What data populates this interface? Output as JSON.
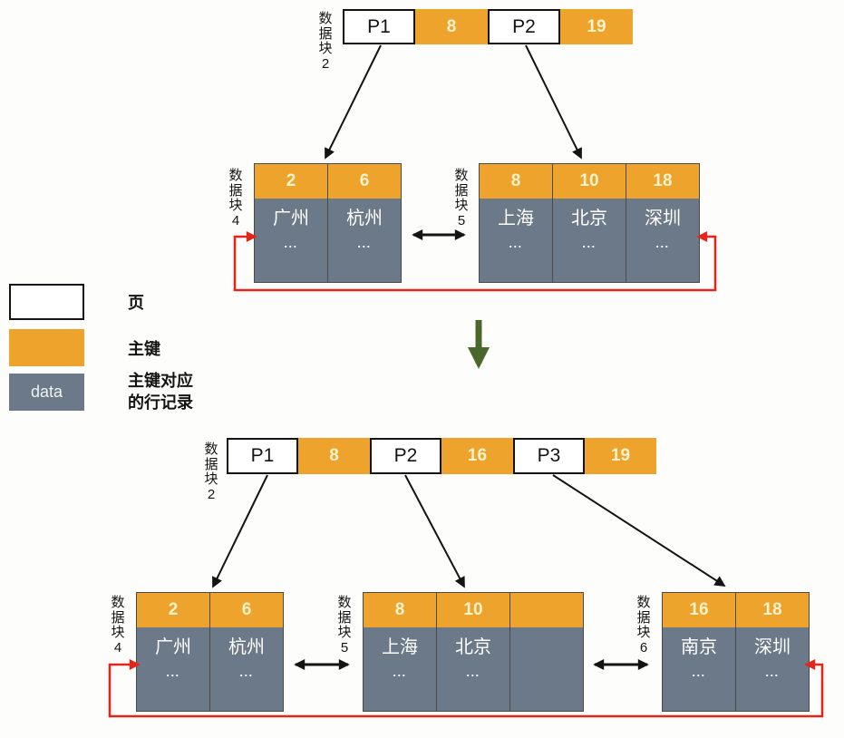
{
  "colors": {
    "orange": "#EDA32C",
    "slate": "#6B7988",
    "red": "#E3261C",
    "green": "#4A682C",
    "key_text": "#FAF3CB"
  },
  "legend": {
    "page_label": "页",
    "key_label": "主键",
    "data_label": "主键对应的行记录",
    "data_swatch_text": "data"
  },
  "top": {
    "root": {
      "label": "数据块2",
      "cells": [
        {
          "t": "P1"
        },
        {
          "t": "8"
        },
        {
          "t": "P2"
        },
        {
          "t": "19"
        }
      ]
    },
    "leaf4": {
      "label": "数据块4",
      "cols": [
        {
          "key": "2",
          "city": "广州",
          "more": "..."
        },
        {
          "key": "6",
          "city": "杭州",
          "more": "..."
        }
      ]
    },
    "leaf5": {
      "label": "数据块5",
      "cols": [
        {
          "key": "8",
          "city": "上海",
          "more": "..."
        },
        {
          "key": "10",
          "city": "北京",
          "more": "..."
        },
        {
          "key": "18",
          "city": "深圳",
          "more": "..."
        }
      ]
    }
  },
  "bottom": {
    "root": {
      "label": "数据块2",
      "cells": [
        {
          "t": "P1"
        },
        {
          "t": "8"
        },
        {
          "t": "P2"
        },
        {
          "t": "16"
        },
        {
          "t": "P3"
        },
        {
          "t": "19"
        }
      ]
    },
    "leaf4": {
      "label": "数据块4",
      "cols": [
        {
          "key": "2",
          "city": "广州",
          "more": "..."
        },
        {
          "key": "6",
          "city": "杭州",
          "more": "..."
        }
      ]
    },
    "leaf5": {
      "label": "数据块5",
      "cols": [
        {
          "key": "8",
          "city": "上海",
          "more": "..."
        },
        {
          "key": "10",
          "city": "北京",
          "more": "..."
        },
        {
          "key": "",
          "city": "",
          "more": ""
        }
      ]
    },
    "leaf6": {
      "label": "数据块6",
      "cols": [
        {
          "key": "16",
          "city": "南京",
          "more": "..."
        },
        {
          "key": "18",
          "city": "深圳",
          "more": "..."
        }
      ]
    }
  }
}
